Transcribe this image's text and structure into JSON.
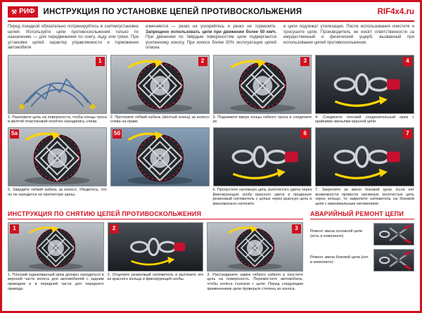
{
  "colors": {
    "accent": "#d0111f"
  },
  "header": {
    "logo": "РИФ",
    "title": "ИНСТРУКЦИЯ ПО УСТАНОВКЕ ЦЕПЕЙ ПРОТИВОСКОЛЬЖЕНИЯ",
    "site": "RIF4x4.ru"
  },
  "intro": {
    "col1": "Перед поездкой обязательно потренируйтесь в снятии/установке цепей. Используйте цепи противоскольжения только по назначению — для передвижения по снегу, льду или грязи. При установке цепей характер управляемости и торможения автомобиля",
    "col2_pre": "изменяется — резко не ускоряйтесь и резко не тормозите. ",
    "col2_bold": "Запрещено использовать цепи при движении более 50 км/ч.",
    "col2_post": " При движении по твёрдым поверхностям цепи подвергаются усиленному износу. При износе более 30% эксплуатация цепей опасна",
    "col3": "и цепи подлежат утилизации. После использования очистите и просушите цепи. Производитель не несёт ответственности за имущественный и физический ущерб, вызванный при использовании цепей противоскольжения."
  },
  "install_steps": [
    {
      "num": "1",
      "caption": "1. Разложите цепь на поверхности, чтобы концы троса в жёлтой пластиковой оплётке находились слева"
    },
    {
      "num": "2",
      "caption": "2. Протяните гибкий кабель (жёлтый конец) за колесо слева на право"
    },
    {
      "num": "3",
      "caption": "3. Поднимите вверх концы гибкого троса и соедините их"
    },
    {
      "num": "4",
      "caption": "4. Соедините плоский соединительный крюк с крайними звеньями красной цепи"
    },
    {
      "num": "5а",
      "caption": "5. Заведите гибкий кабель за колесо. Убедитесь, что он не находится на протекторе шины"
    },
    {
      "num": "5б",
      "caption": ""
    },
    {
      "num": "6",
      "caption": "6. Пропустите натяжную цепь золотистого цвета через фиксирующую скобу красного цвета и проденьте резиновый натяжитель с цепью через красную цепь и максимально натяните"
    },
    {
      "num": "7",
      "caption": "7. Закрепите за звено боковой цепи. Если нет возможности провести натяжную золотистую цепь через кольцо, то закрепите натяжитель на боковой цепи с максимальным натяжением"
    }
  ],
  "removal": {
    "title": "ИНСТРУКЦИЯ ПО СНЯТИЮ ЦЕПЕЙ ПРОТИВОСКОЛЬЖЕНИЯ",
    "steps": [
      {
        "num": "1",
        "caption": "1. Плоский оцинкованный крюк должен находиться в верхней части колеса для автомобилей с задним приводом и в передней части для переднего привода"
      },
      {
        "num": "2",
        "caption": "2. Отцепите резиновый натяжитель и вытяните его из красного кольца и фиксирующей скобы."
      },
      {
        "num": "3",
        "caption": "3. Рассоедините замок гибкого кабеля и опустите цепь на поверхность. Переместите автомобиль, чтобы колёса съехали с цепи. Перед следующим применением цепи проверьте степень их износа."
      }
    ]
  },
  "repair": {
    "title": "АВАРИЙНЫЙ РЕМОНТ ЦЕПИ",
    "items": [
      {
        "caption": "Ремонт звена основной цепи (есть в комплекте)"
      },
      {
        "caption": "Ремонт звена боковой цепи (нет в комплекте)"
      }
    ]
  }
}
